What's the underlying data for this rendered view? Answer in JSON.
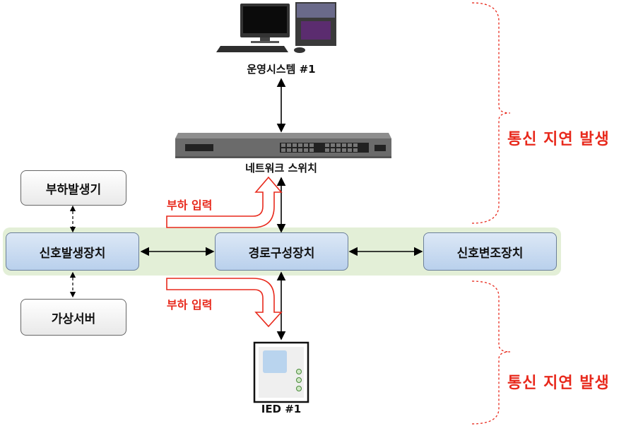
{
  "nodes": {
    "ops_system": "운영시스템 #1",
    "network_switch": "네트워크 스위치",
    "load_generator": "부하발생기",
    "signal_generator": "신호발생장치",
    "route_config": "경로구성장치",
    "signal_converter": "신호변조장치",
    "virtual_server": "가상서버",
    "ied": "IED #1"
  },
  "annotations": {
    "load_input_top": "부하 입력",
    "load_input_bottom": "부하 입력",
    "delay_top": "통신 지연 발생",
    "delay_bottom": "통신 지연 발생"
  },
  "colors": {
    "accent_red": "#e8291c",
    "band_green": "#e3efd7",
    "box_blue": "#c9dbf1"
  },
  "icons": [
    "desktop-computer-icon",
    "network-switch-icon",
    "ied-device-icon"
  ]
}
